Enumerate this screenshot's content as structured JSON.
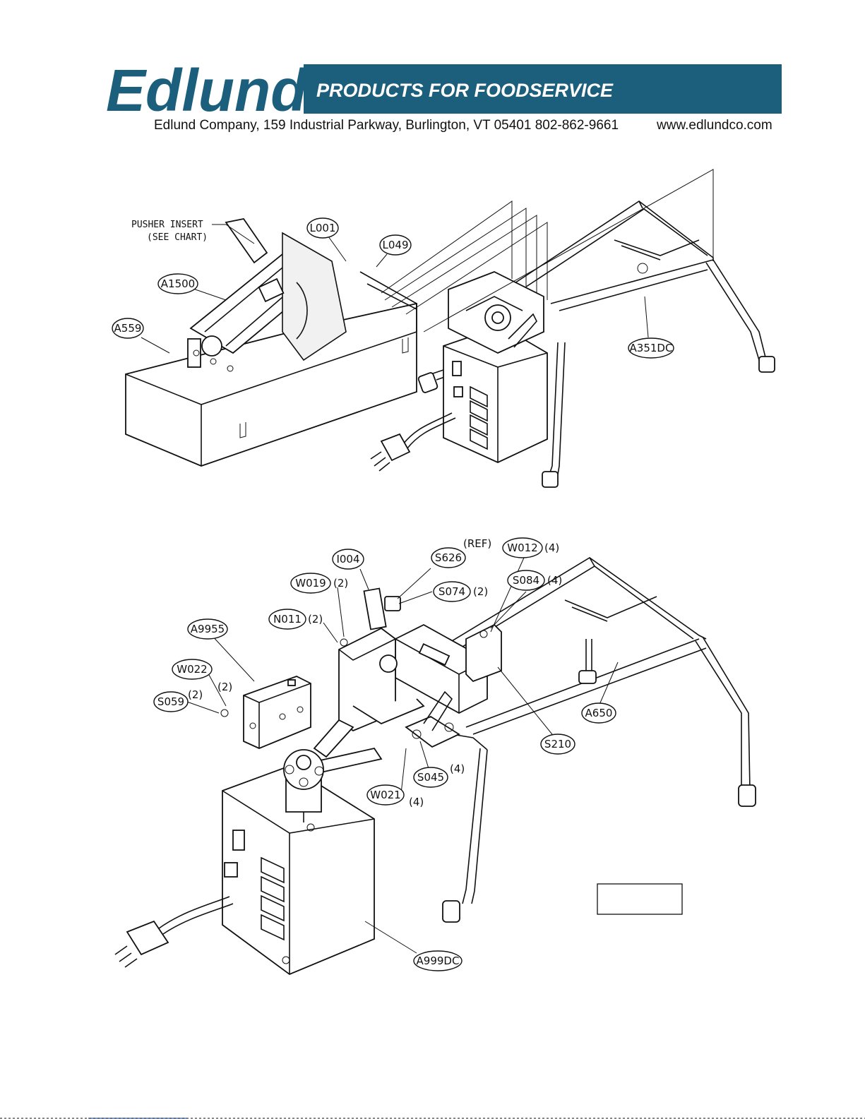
{
  "header": {
    "logo_text": "Edlund",
    "tagline": "PRODUCTS FOR FOODSERVICE",
    "address": "Edlund Company, 159 Industrial Parkway, Burlington, VT  05401  802-862-9661",
    "website": "www.edlundco.com",
    "brand_color": "#1c5f7d"
  },
  "top_assembly": {
    "note_line1": "PUSHER INSERT",
    "note_line2": "(SEE CHART)",
    "callouts": {
      "l001": "L001",
      "l049": "L049",
      "a1500": "A1500",
      "a559": "A559",
      "a351dc": "A351DC"
    }
  },
  "bottom_assembly": {
    "callouts": {
      "i004": "I004",
      "s626": "S626",
      "s626_qty": "(REF)",
      "w012": "W012",
      "w012_qty": "(4)",
      "w019": "W019",
      "w019_qty": "(2)",
      "s074": "S074",
      "s074_qty": "(2)",
      "s084": "S084",
      "s084_qty": "(4)",
      "n011": "N011",
      "n011_qty": "(2)",
      "a9955": "A9955",
      "w022": "W022",
      "w022_qty": "(2)",
      "s059": "S059",
      "s059_qty": "(2)",
      "a650": "A650",
      "s210": "S210",
      "s045": "S045",
      "s045_qty": "(4)",
      "w021": "W021",
      "w021_qty": "(4)",
      "a999dc": "A999DC"
    }
  }
}
